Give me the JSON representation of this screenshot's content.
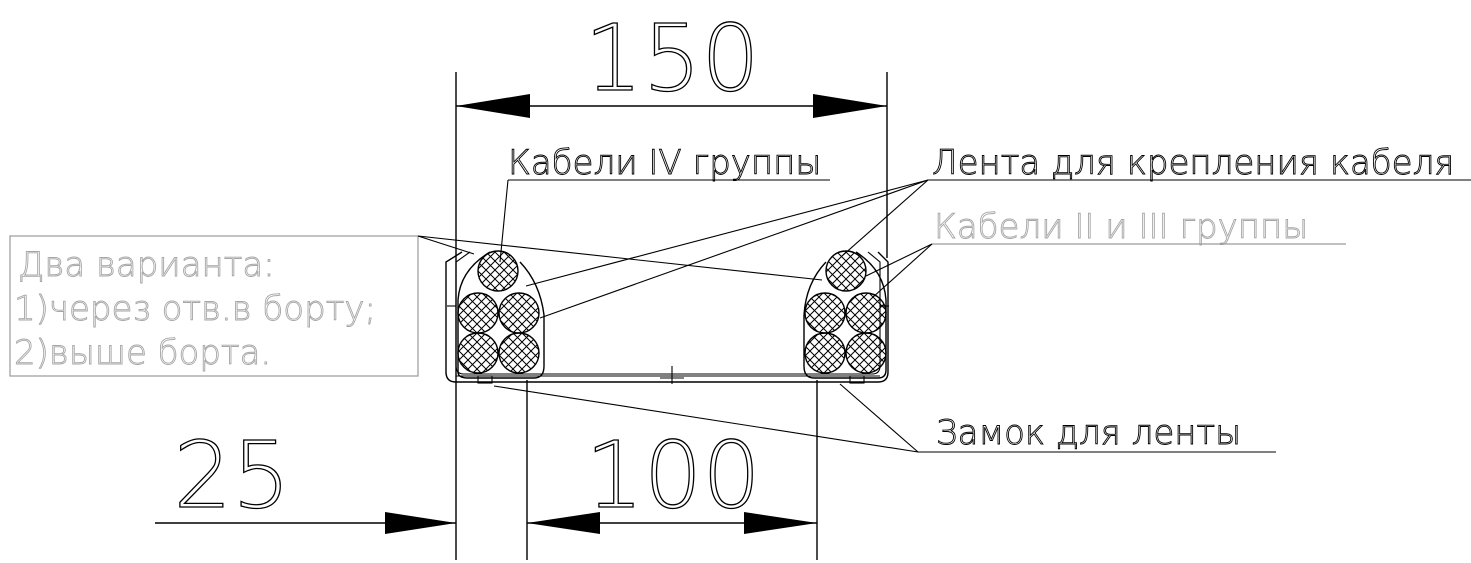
{
  "dimensions": {
    "top_width": "150",
    "left_offset": "25",
    "inner_width": "100"
  },
  "labels": {
    "group4_cables": "Кабели IV группы",
    "fastening_tape": "Лента для крепления кабеля",
    "group2_3_cables": "Кабели II и III группы",
    "tape_lock": "Замок для ленты"
  },
  "options_note": {
    "line1": "Два варианта:",
    "line2": "1)через отв.в борту;",
    "line3": "2)выше борта."
  },
  "colors": {
    "ink": "#000000",
    "faded_ink": "#a6a6a6",
    "background": "#ffffff"
  }
}
